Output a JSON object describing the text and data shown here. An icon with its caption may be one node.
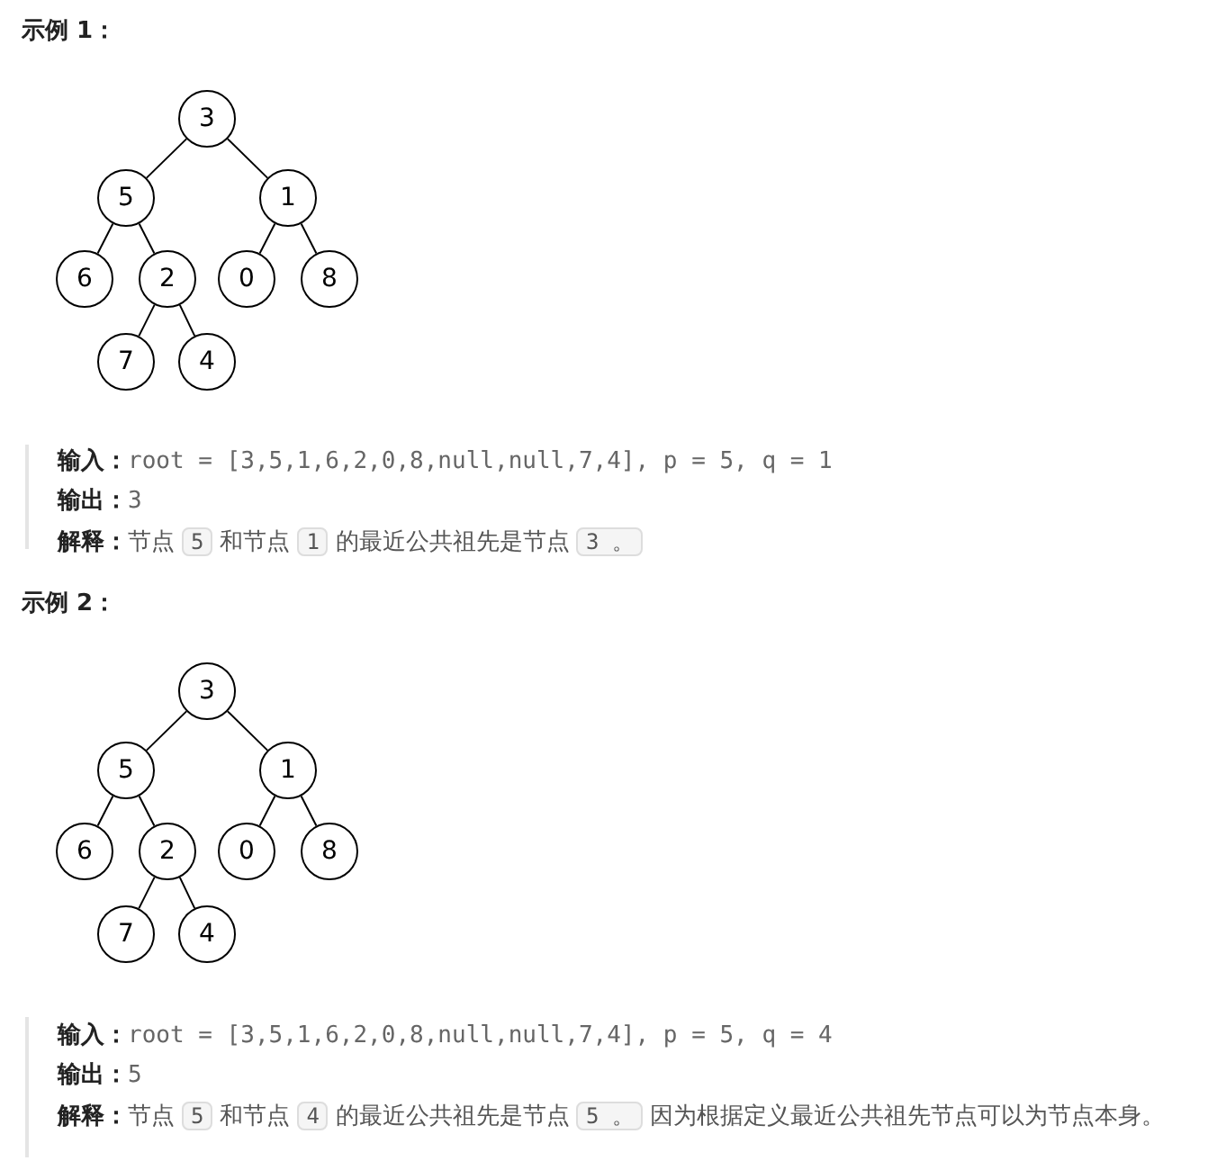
{
  "diagram": {
    "nodes": [
      {
        "text": [
          "3"
        ]
      },
      {
        "text": [
          "5"
        ]
      },
      {
        "text": [
          "1"
        ]
      },
      {
        "text": [
          "6"
        ]
      },
      {
        "text": [
          "2"
        ]
      },
      {
        "text": [
          "0"
        ]
      },
      {
        "text": [
          "8"
        ]
      },
      {
        "text": [
          "7"
        ]
      },
      {
        "text": [
          "4"
        ]
      },
      {
        "text": [
          "3"
        ]
      },
      {
        "text": [
          "5"
        ]
      },
      {
        "text": [
          "1"
        ]
      },
      {
        "text": [
          "6"
        ]
      },
      {
        "text": [
          "2"
        ]
      },
      {
        "text": [
          "0"
        ]
      },
      {
        "text": [
          "8"
        ]
      },
      {
        "text": [
          "7"
        ]
      },
      {
        "text": [
          "4"
        ]
      }
    ],
    "edges": [
      {
        "from": 0,
        "to": 1,
        "arrow": "none"
      },
      {
        "from": 0,
        "to": 2,
        "arrow": "none"
      },
      {
        "from": 1,
        "to": 3,
        "arrow": "none"
      },
      {
        "from": 1,
        "to": 4,
        "arrow": "none"
      },
      {
        "from": 2,
        "to": 5,
        "arrow": "none"
      },
      {
        "from": 2,
        "to": 6,
        "arrow": "none"
      },
      {
        "from": 4,
        "to": 7,
        "arrow": "none"
      },
      {
        "from": 4,
        "to": 8,
        "arrow": "none"
      },
      {
        "from": 9,
        "to": 10,
        "arrow": "none"
      },
      {
        "from": 9,
        "to": 11,
        "arrow": "none"
      },
      {
        "from": 10,
        "to": 12,
        "arrow": "none"
      },
      {
        "from": 10,
        "to": 13,
        "arrow": "none"
      },
      {
        "from": 11,
        "to": 14,
        "arrow": "none"
      },
      {
        "from": 11,
        "to": 15,
        "arrow": "none"
      },
      {
        "from": 13,
        "to": 16,
        "arrow": "none"
      },
      {
        "from": 13,
        "to": 17,
        "arrow": "none"
      }
    ],
    "labels": [
      "示例 1：",
      "输入：",
      "root = [3,5,1,6,2,0,8,null,null,7,4], p = 5, q = 1",
      "输出：",
      "3",
      "解释：",
      "节点",
      "5",
      "和节点",
      "1",
      "的最近公共祖先是节点",
      "3 。",
      "示例 2：",
      "输入：",
      "root = [3,5,1,6,2,0,8,null,null,7,4], p = 5, q = 4",
      "输出：",
      "5",
      "解释：",
      "节点",
      "5",
      "和节点",
      "4",
      "的最近公共祖先是节点",
      "5 。",
      "因为根据定义最近公共祖先节点可以为节点本身。"
    ]
  }
}
